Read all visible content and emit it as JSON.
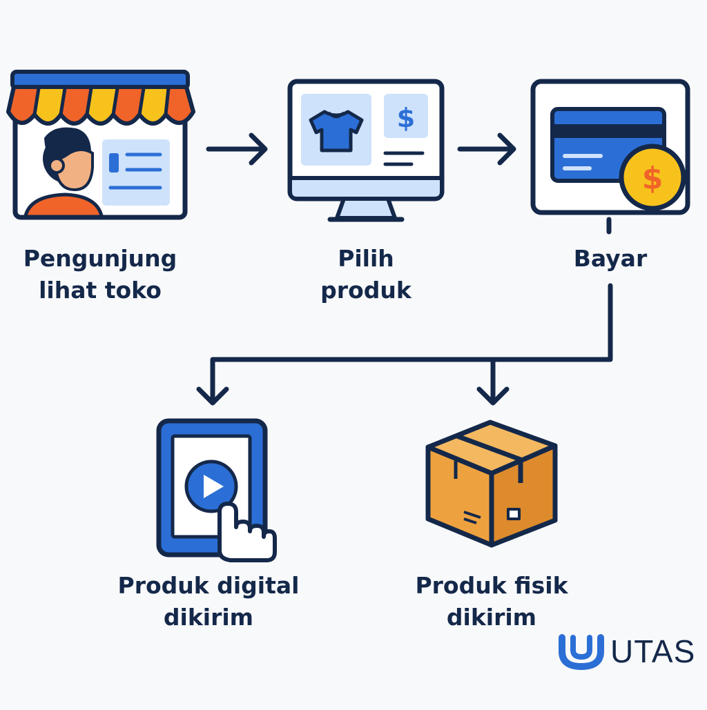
{
  "steps": [
    {
      "id": "visit",
      "label_line1": "Pengunjung",
      "label_line2": "lihat toko",
      "icon": "storefront-icon"
    },
    {
      "id": "choose",
      "label_line1": "Pilih",
      "label_line2": "produk",
      "icon": "monitor-product-icon"
    },
    {
      "id": "pay",
      "label_line1": "Bayar",
      "label_line2": "",
      "icon": "credit-card-coin-icon"
    }
  ],
  "outcomes": [
    {
      "id": "digital",
      "label_line1": "Produk digital",
      "label_line2": "dikirim",
      "icon": "tablet-play-icon"
    },
    {
      "id": "physical",
      "label_line1": "Produk fisik",
      "label_line2": "dikirim",
      "icon": "package-box-icon"
    }
  ],
  "symbols": {
    "currency": "$"
  },
  "brand": {
    "name": "UTAS",
    "icon": "utas-logo-icon"
  },
  "colors": {
    "outline": "#14284a",
    "blue": "#2b6fd6",
    "light_blue": "#cfe2fb",
    "orange": "#f0642a",
    "yellow": "#f8c21c",
    "box": "#eea23f",
    "background": "#f8f9fa"
  }
}
